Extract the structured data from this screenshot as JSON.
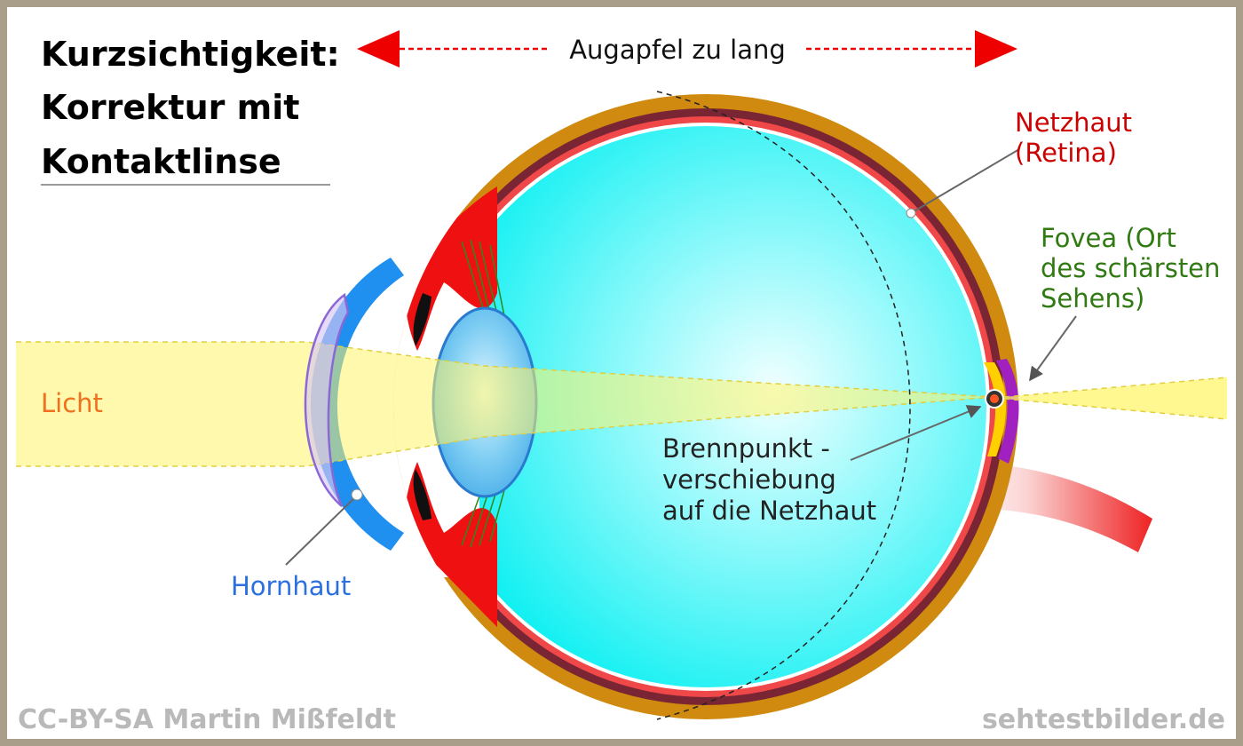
{
  "title": {
    "line1": "Kurzsichtigkeit:",
    "line2": "Korrektur mit",
    "line3": "Kontaktlinse"
  },
  "measure": {
    "label": "Augapfel zu lang"
  },
  "labels": {
    "netzhaut_line1": "Netzhaut",
    "netzhaut_line2": "(Retina)",
    "fovea_line1": "Fovea (Ort",
    "fovea_line2": "des schärsten",
    "fovea_line3": "Sehens)",
    "licht": "Licht",
    "brenn_line1": "Brennpunkt -",
    "brenn_line2": "verschiebung",
    "brenn_line3": "auf die Netzhaut",
    "hornhaut": "Hornhaut"
  },
  "credits": {
    "left": "CC-BY-SA Martin Mißfeldt",
    "right": "sehtestbilder.de"
  },
  "colors": {
    "frame": "#a89e8a",
    "sclera": "#cf8a0f",
    "choroid": "#7a2533",
    "retina": "#f04848",
    "vitreous": "#0ff6f6",
    "cornea": "#1f8ff0",
    "iris": "#ef1111",
    "lens": "#4fb6ef",
    "light": "#fff8a0",
    "fiber": "#2b8a1a",
    "netzhaut_text": "#cc0000",
    "fovea_text": "#2f7a11",
    "licht_text": "#f07020",
    "hornhaut_text": "#2b70e0"
  }
}
